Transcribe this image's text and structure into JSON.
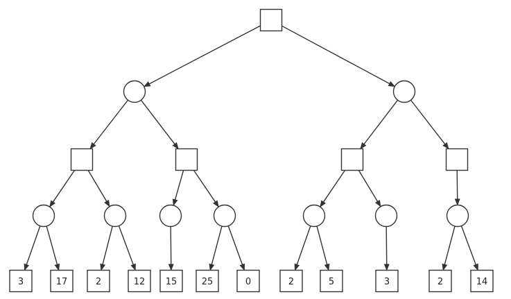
{
  "tree": {
    "root": {
      "type": "max",
      "children": [
        {
          "type": "chance",
          "children": [
            {
              "type": "max",
              "children": [
                {
                  "type": "chance",
                  "children": [
                    {
                      "type": "leaf",
                      "value": "3"
                    },
                    {
                      "type": "leaf",
                      "value": "17"
                    }
                  ]
                },
                {
                  "type": "chance",
                  "children": [
                    {
                      "type": "leaf",
                      "value": "2"
                    },
                    {
                      "type": "leaf",
                      "value": "12"
                    }
                  ]
                }
              ]
            },
            {
              "type": "max",
              "children": [
                {
                  "type": "chance",
                  "children": [
                    {
                      "type": "leaf",
                      "value": "15"
                    }
                  ]
                },
                {
                  "type": "chance",
                  "children": [
                    {
                      "type": "leaf",
                      "value": "25"
                    },
                    {
                      "type": "leaf",
                      "value": "0"
                    }
                  ]
                }
              ]
            }
          ]
        },
        {
          "type": "chance",
          "children": [
            {
              "type": "max",
              "children": [
                {
                  "type": "chance",
                  "children": [
                    {
                      "type": "leaf",
                      "value": "2"
                    },
                    {
                      "type": "leaf",
                      "value": "5"
                    }
                  ]
                },
                {
                  "type": "chance",
                  "children": [
                    {
                      "type": "leaf",
                      "value": "3"
                    }
                  ]
                }
              ]
            },
            {
              "type": "max",
              "children": [
                {
                  "type": "chance",
                  "children": [
                    {
                      "type": "leaf",
                      "value": "2"
                    },
                    {
                      "type": "leaf",
                      "value": "14"
                    }
                  ]
                }
              ]
            }
          ]
        }
      ]
    }
  }
}
